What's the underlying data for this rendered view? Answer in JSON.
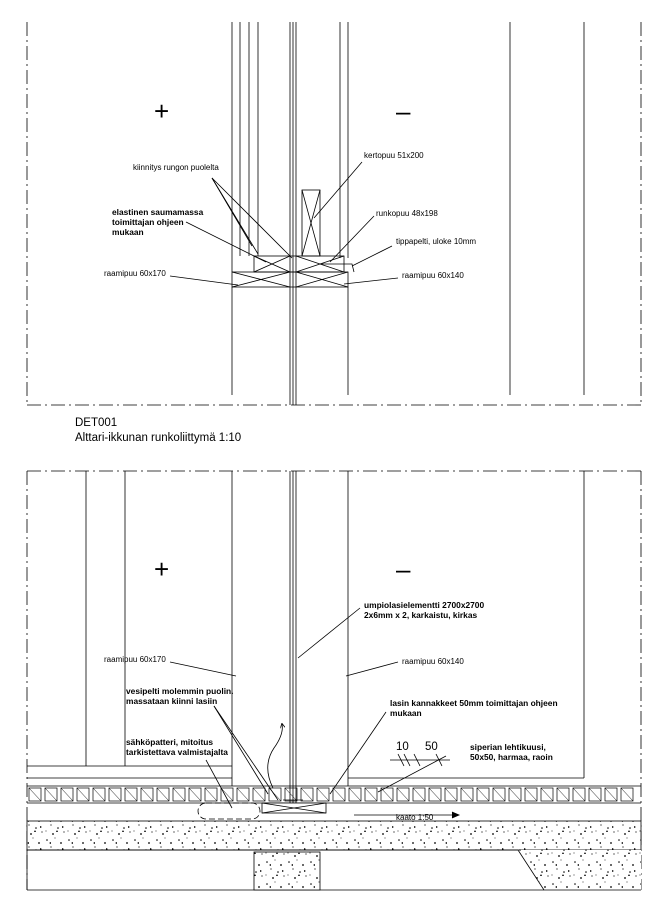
{
  "top_detail": {
    "plus": "+",
    "minus": "–",
    "labels": {
      "kiinnitys": "kiinnitys rungon puolelta",
      "elastinen_1": "elastinen saumamassa",
      "elastinen_2": "toimittajan ohjeen",
      "elastinen_3": "mukaan",
      "kertopuu": "kertopuu 51x200",
      "runkopuu": "runkopuu 48x198",
      "tippapelti": "tippapelti, uloke 10mm",
      "raamipuu_left": "raamipuu 60x170",
      "raamipuu_right": "raamipuu 60x140"
    },
    "caption_code": "DET001",
    "caption_title": "Alttari-ikkunan runkoliittymä 1:10"
  },
  "bottom_detail": {
    "plus": "+",
    "minus": "–",
    "labels": {
      "umpio_1": "umpiolasielementti 2700x2700",
      "umpio_2": "2x6mm x 2, karkaistu, kirkas",
      "raamipuu_left": "raamipuu 60x170",
      "raamipuu_right": "raamipuu 60x140",
      "vesipelti_1": "vesipelti molemmin puolin.",
      "vesipelti_2": "massataan kiinni lasiin",
      "lasin_1": "lasin kannakkeet 50mm toimittajan ohjeen",
      "lasin_2": "mukaan",
      "dim_10": "10",
      "dim_50": "50",
      "sahko_1": "sähköpatteri, mitoitus",
      "sahko_2": "tarkistettava valmistajalta",
      "siperian_1": "siperian lehtikuusi,",
      "siperian_2": "50x50, harmaa, raoin",
      "kaato": "kaato 1:50"
    }
  }
}
